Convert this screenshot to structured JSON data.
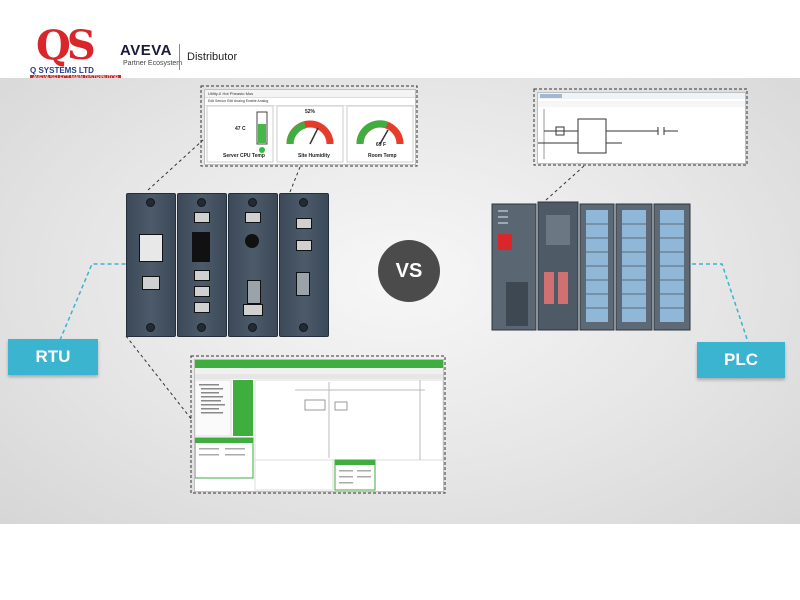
{
  "header": {
    "qs_mark": "QS",
    "company_name": "Q SYSTEMS LTD",
    "company_tagline": "AVEVA SELECT MAIN DISTRIBUTOR",
    "aveva_brand": "AVEVA",
    "aveva_sub": "Partner Ecosystem",
    "distributor": "Distributor"
  },
  "labels": {
    "rtu": "RTU",
    "plc": "PLC",
    "vs": "VS"
  },
  "dashboard": {
    "title": "Utility-II Hot Pheasto Mus",
    "tabs": "Edit Sensor   Edit Analog   Enable Analog",
    "gauges": [
      {
        "label": "Server CPU Temp",
        "value": "47 C"
      },
      {
        "label": "Site Humidity",
        "value": "52%"
      },
      {
        "label": "Room Temp",
        "value": "69 F"
      }
    ]
  },
  "colors": {
    "accent_teal": "#3ab4cf",
    "brand_red": "#d8262b",
    "brand_blue": "#1f3e8c",
    "green_ui": "#3fae3f",
    "vs_circle": "#4b4b4b"
  }
}
